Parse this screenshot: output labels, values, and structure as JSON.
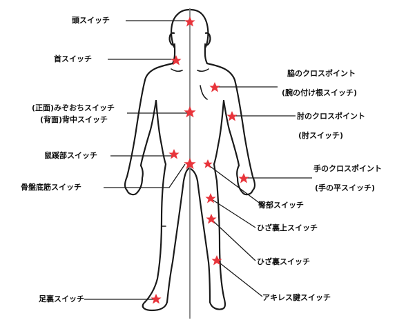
{
  "colors": {
    "outline": "#1a1a1a",
    "centerline": "#7f7f7f",
    "star": "#e8343b",
    "leader": "#1a1a1a"
  },
  "labels": {
    "head": "頭スイッチ",
    "neck": "首スイッチ",
    "front_solar": "(正面)みぞおちスイッチ",
    "back_mid": "(背面)背中スイッチ",
    "groin": "鼠蹊部スイッチ",
    "pelvic_floor": "骨盤底筋スイッチ",
    "sole": "足裏スイッチ",
    "armpit_cross": "脇のクロスポイント",
    "armpit_sub": "(腕の付け根スイッチ)",
    "elbow_cross": "肘のクロスポイント",
    "elbow_sub": "(肘スイッチ)",
    "hand_cross": "手のクロスポイント",
    "hand_sub": "(手の平スイッチ)",
    "buttock": "臀部スイッチ",
    "above_knee": "ひざ裏上スイッチ",
    "back_knee": "ひざ裏スイッチ",
    "achilles": "アキレス腱スイッチ"
  }
}
